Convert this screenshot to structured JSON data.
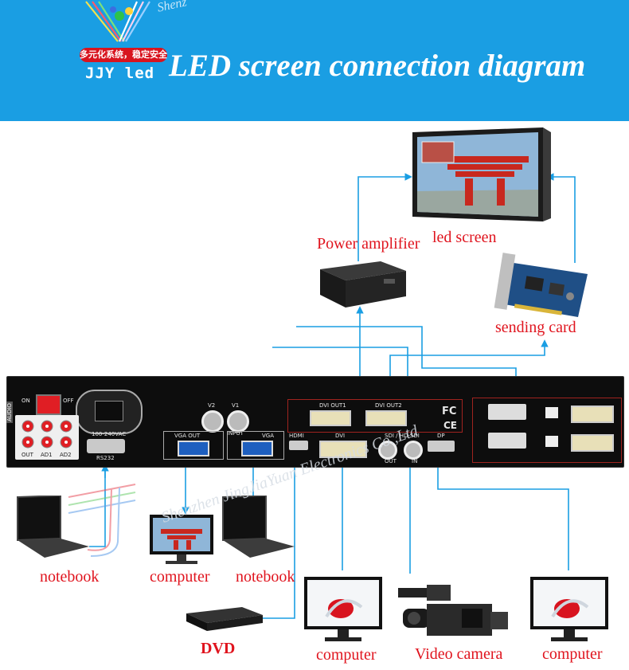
{
  "header": {
    "brand_slogan": "多元化系统，稳定安全",
    "brand_name": "JJY led",
    "title": "LED screen connection diagram",
    "bg_color": "#1a9ee3"
  },
  "labels": {
    "power_amplifier": "Power amplifier",
    "led_screen": "led screen",
    "sending_card": "sending card",
    "notebook_left": "notebook",
    "computer_monitor": "computer",
    "notebook_right": "notebook",
    "dvd": "DVD",
    "computer_bottom_left": "computer",
    "video_camera": "Video camera",
    "computer_bottom_right": "computer"
  },
  "device_panel": {
    "power_on": "ON",
    "power_off": "OFF",
    "voltage": "100-240VAC",
    "audio": "AUDIO",
    "audio_ports": [
      "OUT",
      "AD1",
      "AD2"
    ],
    "rs232": "RS232",
    "v2": "V2",
    "v1": "V1",
    "input": "INPUT",
    "vga_out": "VGA OUT",
    "vga": "VGA",
    "hdmi": "HDMI",
    "dvi": "DVI",
    "dvi_out1": "DVI OUT1",
    "dvi_out2": "DVI OUT2",
    "sdi": "SDI / HD-SDI",
    "sdi_out": "OUT",
    "sdi_in": "IN",
    "dp": "DP",
    "fc": "FC",
    "ce": "CE"
  },
  "watermark": {
    "company": "Shenzhen JingJiaYuan Electronics Co.,Ltd",
    "top_fragment": "Shenz"
  },
  "colors": {
    "connector_line": "#1a9ee3",
    "label_red": "#e0141e",
    "device_body": "#0d0d0d"
  }
}
